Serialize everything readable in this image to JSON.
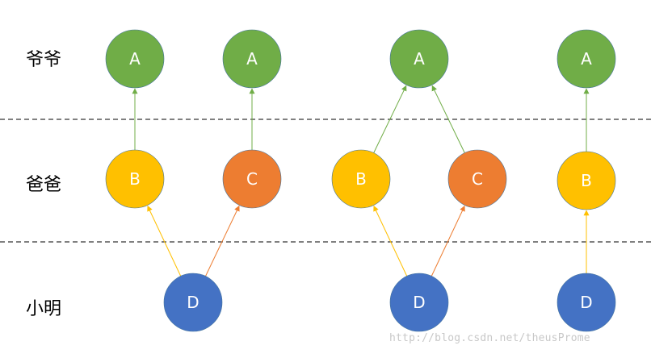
{
  "rows": [
    "爷爷",
    "爸爸",
    "小明"
  ],
  "nodes": [
    {
      "id": "a1",
      "label": "A",
      "color": "#70ad47"
    },
    {
      "id": "a2",
      "label": "A",
      "color": "#70ad47"
    },
    {
      "id": "a3",
      "label": "A",
      "color": "#70ad47"
    },
    {
      "id": "a4",
      "label": "A",
      "color": "#70ad47"
    },
    {
      "id": "b1",
      "label": "B",
      "color": "#ffc000"
    },
    {
      "id": "c1",
      "label": "C",
      "color": "#ed7d31"
    },
    {
      "id": "b2",
      "label": "B",
      "color": "#ffc000"
    },
    {
      "id": "c2",
      "label": "C",
      "color": "#ed7d31"
    },
    {
      "id": "b3",
      "label": "B",
      "color": "#ffc000"
    },
    {
      "id": "d1",
      "label": "D",
      "color": "#4472c4"
    },
    {
      "id": "d2",
      "label": "D",
      "color": "#4472c4"
    },
    {
      "id": "d3",
      "label": "D",
      "color": "#4472c4"
    }
  ],
  "edges": [
    {
      "from": "b1",
      "to": "a1",
      "color": "#70ad47"
    },
    {
      "from": "c1",
      "to": "a2",
      "color": "#70ad47"
    },
    {
      "from": "b2",
      "to": "a3",
      "color": "#70ad47"
    },
    {
      "from": "c2",
      "to": "a3",
      "color": "#70ad47"
    },
    {
      "from": "b3",
      "to": "a4",
      "color": "#70ad47"
    },
    {
      "from": "d1",
      "to": "b1",
      "color": "#ffc000"
    },
    {
      "from": "d1",
      "to": "c1",
      "color": "#ed7d31"
    },
    {
      "from": "d2",
      "to": "b2",
      "color": "#ffc000"
    },
    {
      "from": "d2",
      "to": "c2",
      "color": "#ed7d31"
    },
    {
      "from": "d3",
      "to": "b3",
      "color": "#ffc000"
    }
  ],
  "watermark": "http://blog.csdn.net/theusProme"
}
